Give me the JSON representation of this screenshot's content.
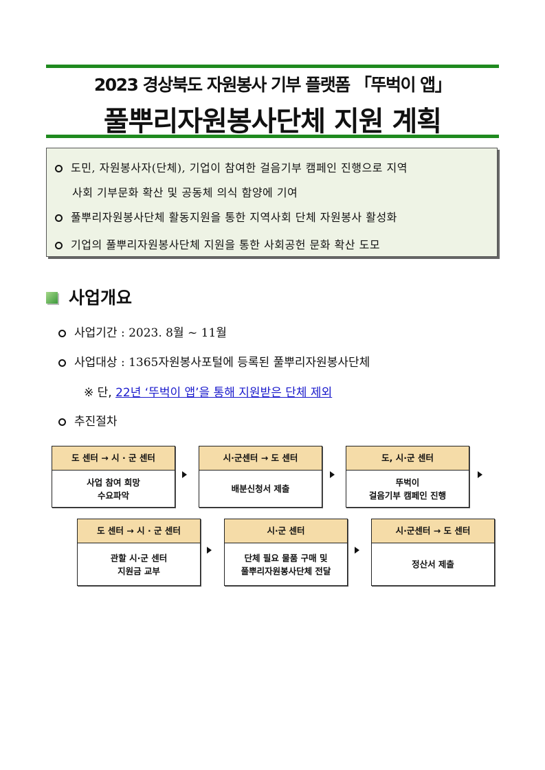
{
  "title": {
    "line1": "2023 경상북도 자원봉사 기부 플랫폼 「뚜벅이 앱」",
    "line2": "풀뿌리자원봉사단체 지원 계획"
  },
  "summary": [
    "도민, 자원봉사자(단체), 기업이 참여한 걸음기부 캠페인 진행으로 지역",
    "사회 기부문화 확산 및 공동체 의식 함양에 기여",
    "풀뿌리자원봉사단체 활동지원을 통한 지역사회 단체 자원봉사 활성화",
    "기업의 풀뿌리자원봉사단체 지원을 통한 사회공헌 문화 확산 도모"
  ],
  "section": {
    "heading": "사업개요",
    "period": "사업기간 : 2023. 8월 ~ 11월",
    "target": "사업대상 : 1365자원봉사포털에 등록된 풀뿌리자원봉사단체",
    "note_prefix": "※ 단, ",
    "note_link": "22년 ‘뚜벅이 앱’을 통해 지원받은 단체 제외",
    "procedure": "추진절차"
  },
  "flow": [
    {
      "header": "도 센터 → 시 · 군 센터",
      "body1": "사업 참여 희망",
      "body2": "수요파악"
    },
    {
      "header": "시·군센터 → 도 센터",
      "body1": "배분신청서 제출",
      "body2": ""
    },
    {
      "header": "도, 시·군 센터",
      "body1": "뚜벅이",
      "body2": "걸음기부 캠페인 진행"
    },
    {
      "header": "도 센터 → 시 · 군 센터",
      "body1": "관할 시·군 센터",
      "body2": "지원금 교부"
    },
    {
      "header": "시·군 센터",
      "body1": "단체 필요 물품 구매 및",
      "body2": "풀뿌리자원봉사단체 전달"
    },
    {
      "header": "시·군센터 → 도 센터",
      "body1": "정산서 제출",
      "body2": ""
    }
  ]
}
